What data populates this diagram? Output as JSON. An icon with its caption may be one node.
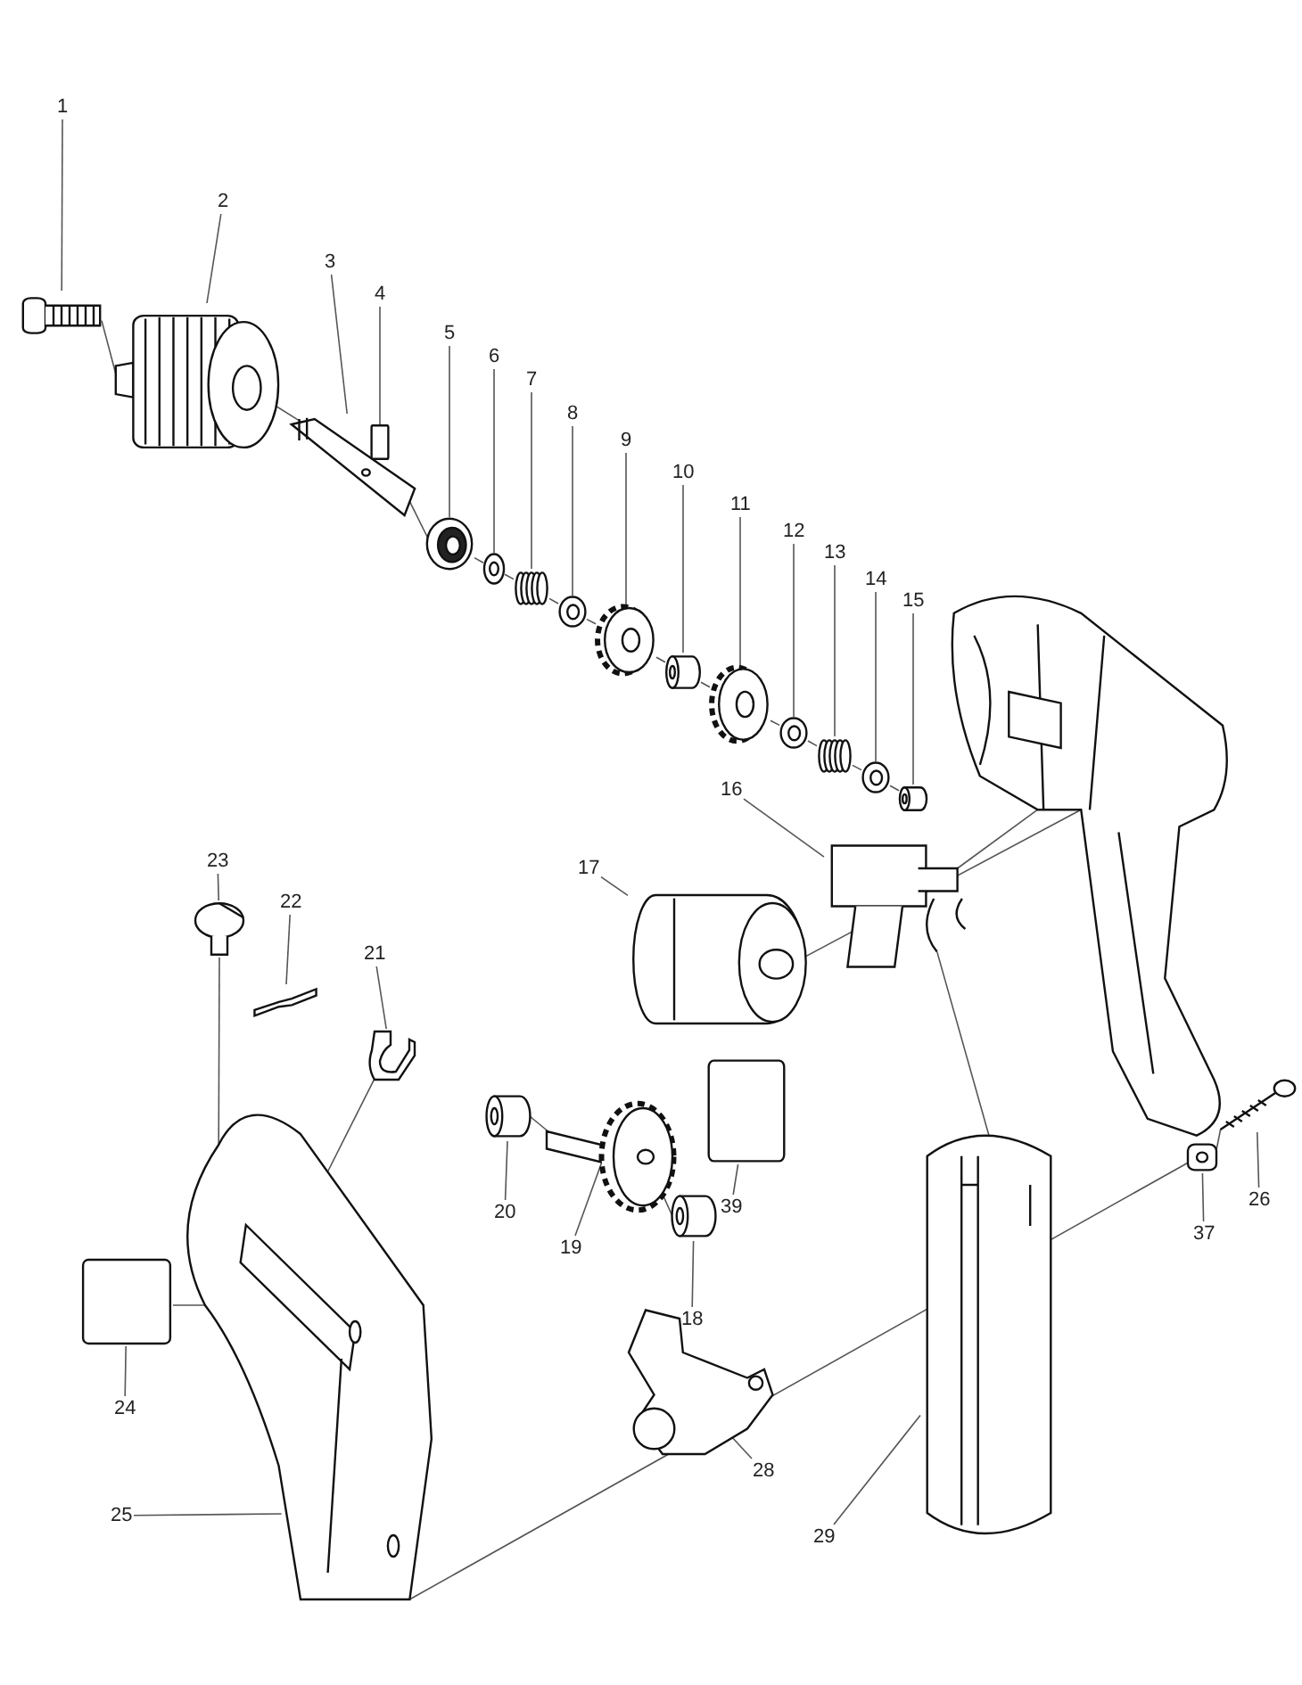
{
  "diagram": {
    "nodes": [
      {
        "text": [
          "1"
        ]
      },
      {
        "text": [
          "2"
        ]
      },
      {
        "text": [
          "3"
        ]
      },
      {
        "text": [
          "4"
        ]
      },
      {
        "text": [
          "5"
        ]
      },
      {
        "text": [
          "6"
        ]
      },
      {
        "text": [
          "7"
        ]
      },
      {
        "text": [
          "8"
        ]
      },
      {
        "text": [
          "9"
        ]
      },
      {
        "text": [
          "10"
        ]
      },
      {
        "text": [
          "11"
        ]
      },
      {
        "text": [
          "12"
        ]
      },
      {
        "text": [
          "13"
        ]
      },
      {
        "text": [
          "14"
        ]
      },
      {
        "text": [
          "15"
        ]
      },
      {
        "text": [
          "16"
        ]
      },
      {
        "text": [
          "17"
        ]
      },
      {
        "text": [
          "18"
        ]
      },
      {
        "text": [
          "19"
        ]
      },
      {
        "text": [
          "20"
        ]
      },
      {
        "text": [
          "21"
        ]
      },
      {
        "text": [
          "22"
        ]
      },
      {
        "text": [
          "23"
        ]
      },
      {
        "text": [
          "24"
        ]
      },
      {
        "text": [
          "25"
        ]
      },
      {
        "text": [
          "26"
        ]
      },
      {
        "text": [
          "28"
        ]
      },
      {
        "text": [
          "29"
        ]
      },
      {
        "text": [
          "37"
        ]
      },
      {
        "text": [
          "39"
        ]
      },
      {
        "text": [],
        "shape": "picture"
      },
      {
        "text": [],
        "shape": "picture"
      },
      {
        "text": [],
        "shape": "picture"
      },
      {
        "text": [],
        "shape": "box"
      },
      {
        "text": [],
        "shape": "picture"
      },
      {
        "text": [],
        "shape": "circle"
      },
      {
        "text": [],
        "shape": "picture"
      },
      {
        "text": [],
        "shape": "picture"
      },
      {
        "text": [],
        "shape": "picture"
      },
      {
        "text": [],
        "shape": "cylinder"
      },
      {
        "text": [],
        "shape": "picture"
      },
      {
        "text": [],
        "shape": "picture"
      },
      {
        "text": [],
        "shape": "picture"
      },
      {
        "text": [],
        "shape": "picture"
      },
      {
        "text": [],
        "shape": "cylinder"
      },
      {
        "text": [],
        "shape": "picture"
      },
      {
        "text": [],
        "shape": "picture"
      },
      {
        "text": [],
        "shape": "cylinder"
      },
      {
        "text": [],
        "shape": "picture"
      },
      {
        "text": [],
        "shape": "cylinder"
      },
      {
        "text": [],
        "shape": "picture"
      },
      {
        "text": [],
        "shape": "picture"
      },
      {
        "text": [],
        "shape": "picture"
      },
      {
        "text": [],
        "shape": "box"
      },
      {
        "text": [],
        "shape": "picture"
      },
      {
        "text": [],
        "shape": "picture"
      },
      {
        "text": [],
        "shape": "picture"
      },
      {
        "text": [],
        "shape": "picture"
      },
      {
        "text": [],
        "shape": "picture"
      },
      {
        "text": [],
        "shape": "box"
      },
      {
        "text": [],
        "shape": "picture"
      }
    ],
    "edges": [
      {
        "from": 0,
        "to": 30,
        "arrow": "none"
      },
      {
        "from": 1,
        "to": 31,
        "arrow": "none"
      },
      {
        "from": 2,
        "to": 32,
        "arrow": "none"
      },
      {
        "from": 3,
        "to": 33,
        "arrow": "none"
      },
      {
        "from": 4,
        "to": 34,
        "arrow": "none"
      },
      {
        "from": 5,
        "to": 35,
        "arrow": "none"
      },
      {
        "from": 6,
        "to": 36,
        "arrow": "none"
      },
      {
        "from": 7,
        "to": 37,
        "arrow": "none"
      },
      {
        "from": 8,
        "to": 38,
        "arrow": "none"
      },
      {
        "from": 9,
        "to": 39,
        "arrow": "none"
      },
      {
        "from": 10,
        "to": 40,
        "arrow": "none"
      },
      {
        "from": 11,
        "to": 41,
        "arrow": "none"
      },
      {
        "from": 12,
        "to": 42,
        "arrow": "none"
      },
      {
        "from": 13,
        "to": 43,
        "arrow": "none"
      },
      {
        "from": 14,
        "to": 44,
        "arrow": "none"
      },
      {
        "from": 15,
        "to": 45,
        "arrow": "none"
      },
      {
        "from": 16,
        "to": 46,
        "arrow": "none"
      },
      {
        "from": 17,
        "to": 47,
        "arrow": "none"
      },
      {
        "from": 18,
        "to": 48,
        "arrow": "none"
      },
      {
        "from": 19,
        "to": 49,
        "arrow": "none"
      },
      {
        "from": 20,
        "to": 50,
        "arrow": "none"
      },
      {
        "from": 21,
        "to": 51,
        "arrow": "none"
      },
      {
        "from": 22,
        "to": 52,
        "arrow": "none"
      },
      {
        "from": 23,
        "to": 53,
        "arrow": "none"
      },
      {
        "from": 24,
        "to": 54,
        "arrow": "none"
      },
      {
        "from": 25,
        "to": 55,
        "arrow": "none"
      },
      {
        "from": 26,
        "to": 56,
        "arrow": "none"
      },
      {
        "from": 27,
        "to": 57,
        "arrow": "none"
      },
      {
        "from": 28,
        "to": 58,
        "arrow": "none"
      },
      {
        "from": 29,
        "to": 59,
        "arrow": "none"
      },
      {
        "from": 30,
        "to": 31,
        "arrow": "none"
      },
      {
        "from": 31,
        "to": 32,
        "arrow": "none"
      },
      {
        "from": 32,
        "to": 34,
        "arrow": "none"
      },
      {
        "from": 34,
        "to": 35,
        "arrow": "none"
      },
      {
        "from": 35,
        "to": 36,
        "arrow": "none"
      },
      {
        "from": 36,
        "to": 37,
        "arrow": "none"
      },
      {
        "from": 37,
        "to": 38,
        "arrow": "none"
      },
      {
        "from": 38,
        "to": 39,
        "arrow": "none"
      },
      {
        "from": 39,
        "to": 40,
        "arrow": "none"
      },
      {
        "from": 40,
        "to": 41,
        "arrow": "none"
      },
      {
        "from": 41,
        "to": 42,
        "arrow": "none"
      },
      {
        "from": 42,
        "to": 43,
        "arrow": "none"
      },
      {
        "from": 43,
        "to": 44,
        "arrow": "none"
      },
      {
        "from": 52,
        "to": 54,
        "arrow": "none"
      },
      {
        "from": 50,
        "to": 54,
        "arrow": "none"
      },
      {
        "from": 53,
        "to": 54,
        "arrow": "none"
      },
      {
        "from": 54,
        "to": 58,
        "arrow": "none"
      },
      {
        "from": 49,
        "to": 48,
        "arrow": "none"
      },
      {
        "from": 48,
        "to": 47,
        "arrow": "none"
      },
      {
        "from": 46,
        "to": 60,
        "arrow": "none"
      },
      {
        "from": 45,
        "to": 60,
        "arrow": "none"
      },
      {
        "from": 57,
        "to": 45,
        "arrow": "none"
      },
      {
        "from": 55,
        "to": 58,
        "arrow": "none"
      }
    ]
  }
}
